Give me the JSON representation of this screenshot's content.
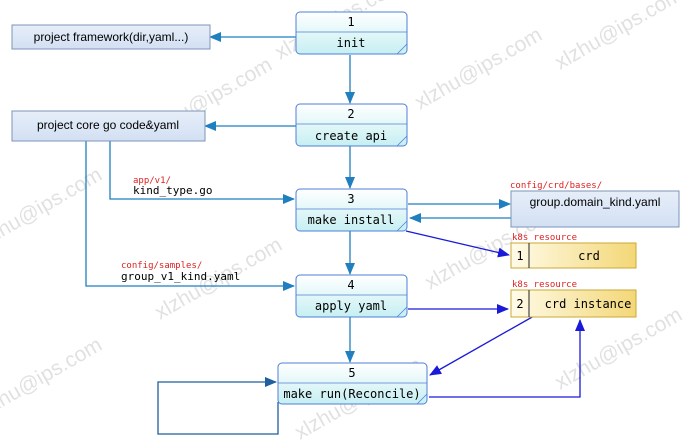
{
  "colors": {
    "step_fill_top": "#ffffff",
    "step_fill_bottom": "#ccf2f2",
    "step_border": "#4f7fd6",
    "left_box_fill": "#dbe6f6",
    "left_box_border": "#7d96b8",
    "arrow": "#1f7fbf",
    "blue_arrow": "#1a1ad8",
    "label_red": "#e02020",
    "resource_fill": "#f6df8a",
    "dark_line": "#2a2a2a"
  },
  "steps": [
    {
      "num": "1",
      "label": "init"
    },
    {
      "num": "2",
      "label": "create api"
    },
    {
      "num": "3",
      "label": "make install"
    },
    {
      "num": "4",
      "label": "apply yaml"
    },
    {
      "num": "5",
      "label": "make run(Reconcile)"
    }
  ],
  "side_boxes": {
    "framework": "project framework(dir,yaml...)",
    "core": "project core go code&yaml",
    "group_kind": "group.domain_kind.yaml"
  },
  "file_labels": {
    "app_path": "app/v1/",
    "app_file": "kind_type.go",
    "samples_path": "config/samples/",
    "samples_file": "group_v1_kind.yaml",
    "crd_bases_path": "config/crd/bases/"
  },
  "resources": [
    {
      "caption": "k8s resource",
      "num": "1",
      "label": "crd"
    },
    {
      "caption": "k8s resource",
      "num": "2",
      "label": "crd instance"
    }
  ],
  "watermark": "xlzhu@ips.com"
}
